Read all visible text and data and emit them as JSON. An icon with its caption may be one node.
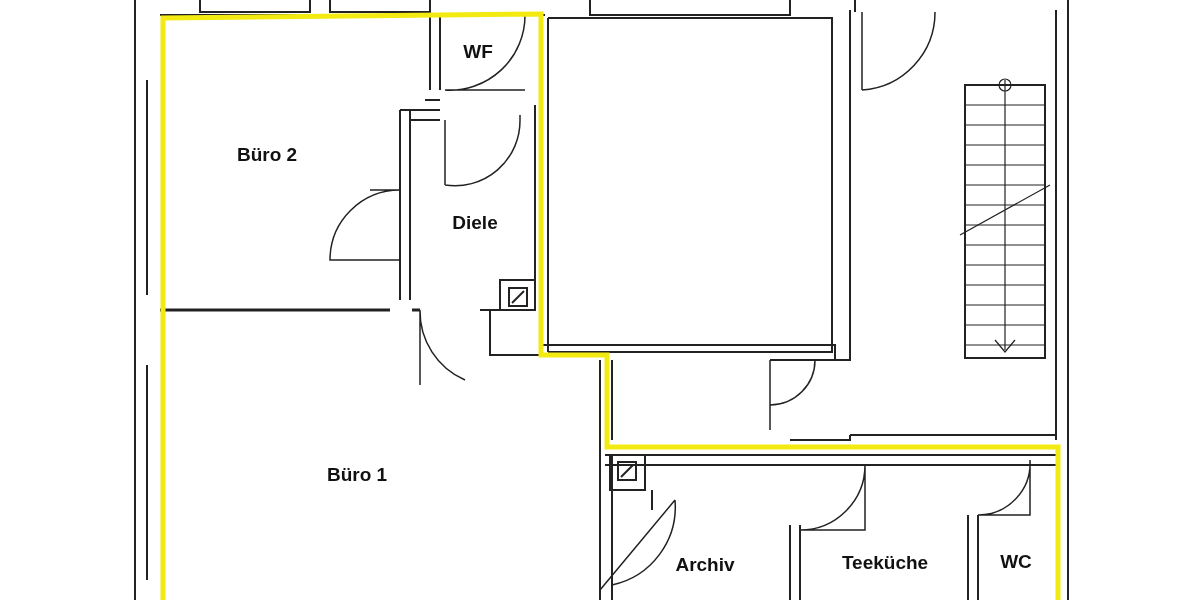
{
  "diagram": {
    "nodes": [
      {
        "text": [
          "WF"
        ]
      },
      {
        "text": [
          "Büro 2"
        ]
      },
      {
        "text": [
          "Diele"
        ]
      },
      {
        "text": [
          "Büro 1"
        ]
      },
      {
        "text": [
          "Archiv"
        ]
      },
      {
        "text": [
          "Teeküche"
        ]
      },
      {
        "text": [
          "WC"
        ]
      }
    ]
  }
}
